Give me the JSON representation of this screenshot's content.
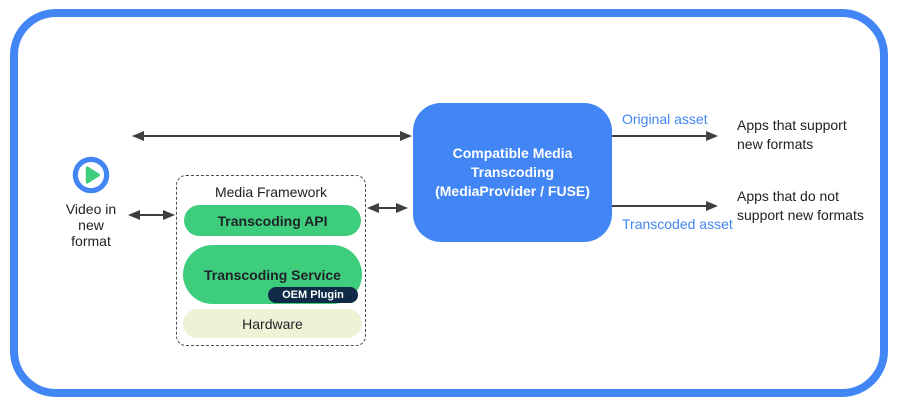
{
  "colors": {
    "blue": "#4285f4",
    "green": "#3ecd7d",
    "navy": "#0e2a47",
    "pale_green": "#eef3d6",
    "arrow": "#3c4043",
    "text_dark": "#202124",
    "white": "#ffffff"
  },
  "source": {
    "label_line1": "Video in",
    "label_line2": "new",
    "label_line3": "format"
  },
  "media_framework": {
    "title": "Media Framework",
    "transcoding_api": "Transcoding API",
    "transcoding_service": "Transcoding Service",
    "oem_plugin": "OEM Plugin",
    "hardware": "Hardware"
  },
  "transcoder": {
    "line1": "Compatible Media",
    "line2": "Transcoding",
    "line3": "(MediaProvider / FUSE)"
  },
  "outputs": {
    "original_asset": "Original asset",
    "transcoded_asset": "Transcoded asset",
    "apps_support_line1": "Apps that support",
    "apps_support_line2": "new formats",
    "apps_not_support_line1": "Apps that do not",
    "apps_not_support_line2": "support new formats"
  }
}
